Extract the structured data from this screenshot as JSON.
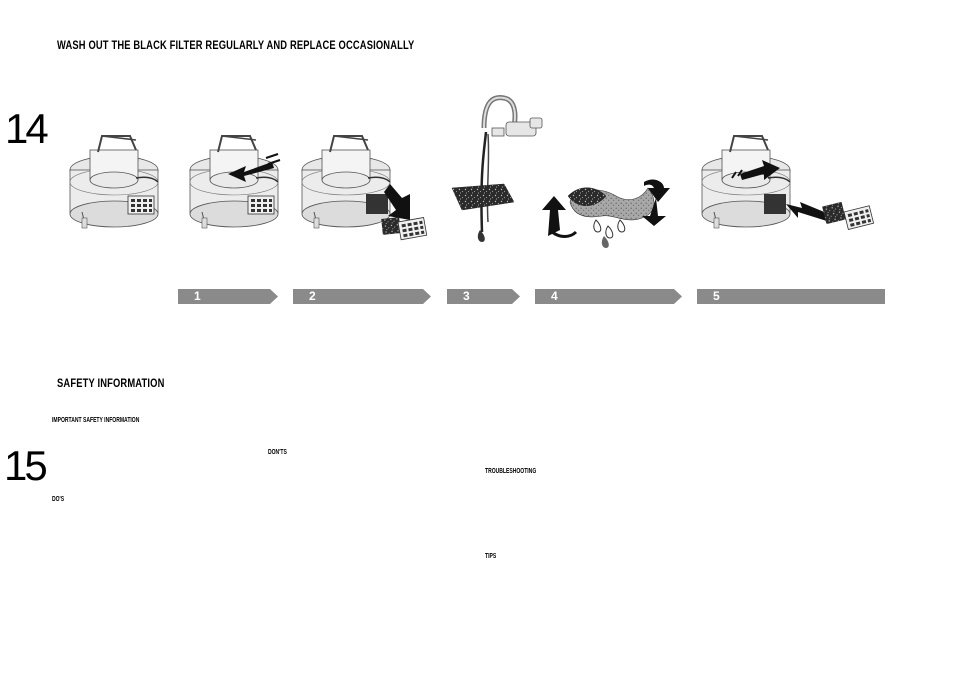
{
  "section14": {
    "number": "14",
    "title": "WASH OUT THE BLACK FILTER REGULARLY AND REPLACE OCCASIONALLY",
    "steps": [
      "1",
      "2",
      "3",
      "4",
      "5"
    ],
    "bar_color": "#8a8a8a"
  },
  "section15": {
    "number": "15",
    "title": "SAFETY INFORMATION",
    "important": "IMPORTANT SAFETY INFORMATION",
    "dos": "DO'S",
    "donts": "DON'TS",
    "troubleshooting": "TROUBLESHOOTING",
    "tips": "TIPS"
  }
}
